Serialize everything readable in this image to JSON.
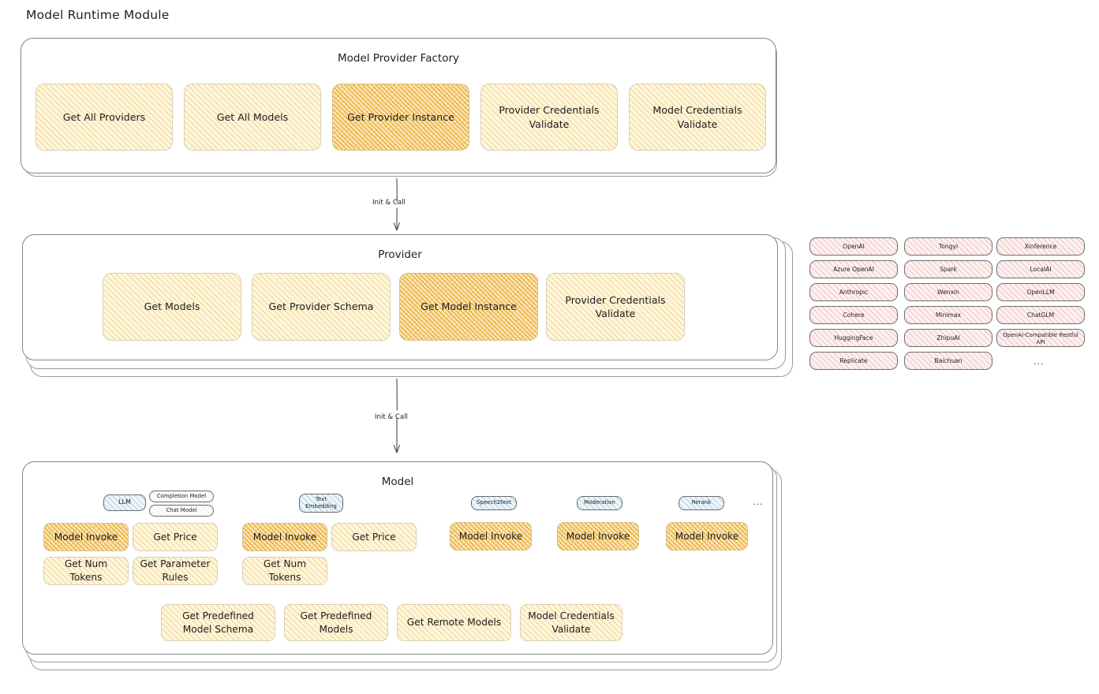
{
  "page": {
    "title": "Model Runtime Module"
  },
  "colors": {
    "hatch_yellow": "#f0c85a",
    "hatch_orange": "#e8a828",
    "hatch_blue": "#78aad2",
    "hatch_pink": "#e08c8c",
    "stroke": "#868686",
    "text": "#1e1e1e"
  },
  "factory": {
    "title": "Model Provider Factory",
    "boxes": [
      {
        "label": "Get All Providers",
        "fill": "yellow"
      },
      {
        "label": "Get All Models",
        "fill": "yellow"
      },
      {
        "label": "Get Provider Instance",
        "fill": "orange"
      },
      {
        "label": "Provider Credentials Validate",
        "fill": "yellow"
      },
      {
        "label": "Model Credentials Validate",
        "fill": "yellow"
      }
    ]
  },
  "connector_1": {
    "label": "Init & Call"
  },
  "provider": {
    "title": "Provider",
    "boxes": [
      {
        "label": "Get Models",
        "fill": "yellow"
      },
      {
        "label": "Get Provider Schema",
        "fill": "yellow"
      },
      {
        "label": "Get Model Instance",
        "fill": "orange"
      },
      {
        "label": "Provider Credentials Validate",
        "fill": "yellow"
      }
    ]
  },
  "provider_list": {
    "columns": [
      [
        "OpenAI",
        "Azure OpenAI",
        "Anthropic",
        "Cohere",
        "HuggingFace",
        "Replicate"
      ],
      [
        "Tongyi",
        "Spark",
        "Wenxin",
        "Minimax",
        "ZhipuAI",
        "Baichuan"
      ],
      [
        "Xinference",
        "LocalAI",
        "OpenLLM",
        "ChatGLM",
        "OpenAI-Compatible Restful API"
      ]
    ],
    "more": "..."
  },
  "connector_2": {
    "label": "Init & Call"
  },
  "model": {
    "title": "Model",
    "more": "...",
    "types": [
      {
        "name": "LLM",
        "fill": "blue",
        "subtags": [
          "Completion Model",
          "Chat Model"
        ],
        "ops": [
          {
            "label": "Model Invoke",
            "fill": "orange"
          },
          {
            "label": "Get Price",
            "fill": "yellow"
          },
          {
            "label": "Get Num Tokens",
            "fill": "yellow"
          },
          {
            "label": "Get Parameter Rules",
            "fill": "yellow"
          }
        ]
      },
      {
        "name": "Text Embedding",
        "fill": "blue",
        "subtags": [],
        "ops": [
          {
            "label": "Model Invoke",
            "fill": "orange"
          },
          {
            "label": "Get Price",
            "fill": "yellow"
          },
          {
            "label": "Get Num Tokens",
            "fill": "yellow"
          }
        ]
      },
      {
        "name": "Speech2text",
        "fill": "blue",
        "subtags": [],
        "ops": [
          {
            "label": "Model Invoke",
            "fill": "orange"
          }
        ]
      },
      {
        "name": "Moderation",
        "fill": "blue",
        "subtags": [],
        "ops": [
          {
            "label": "Model Invoke",
            "fill": "orange"
          }
        ]
      },
      {
        "name": "Rerank",
        "fill": "blue",
        "subtags": [],
        "ops": [
          {
            "label": "Model Invoke",
            "fill": "orange"
          }
        ]
      }
    ],
    "common_ops": [
      {
        "label": "Get Predefined Model Schema",
        "fill": "yellow"
      },
      {
        "label": "Get Predefined Models",
        "fill": "yellow"
      },
      {
        "label": "Get Remote Models",
        "fill": "yellow"
      },
      {
        "label": "Model Credentials Validate",
        "fill": "yellow"
      }
    ]
  }
}
